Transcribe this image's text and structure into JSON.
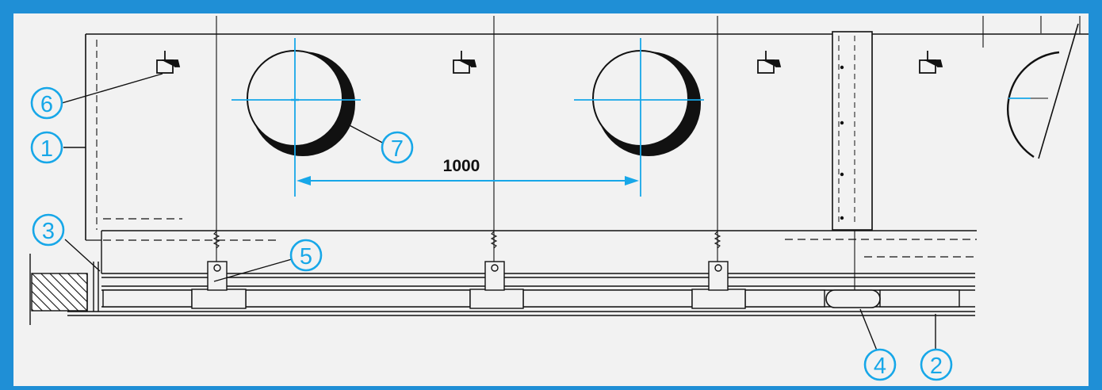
{
  "diagram": {
    "dimension_label": "1000",
    "callouts": [
      "6",
      "1",
      "3",
      "5",
      "7",
      "4",
      "2"
    ],
    "colors": {
      "frame": "#1f8fd6",
      "panel": "#f2f2f2",
      "ink": "#111111",
      "accent": "#17a7e8"
    }
  }
}
